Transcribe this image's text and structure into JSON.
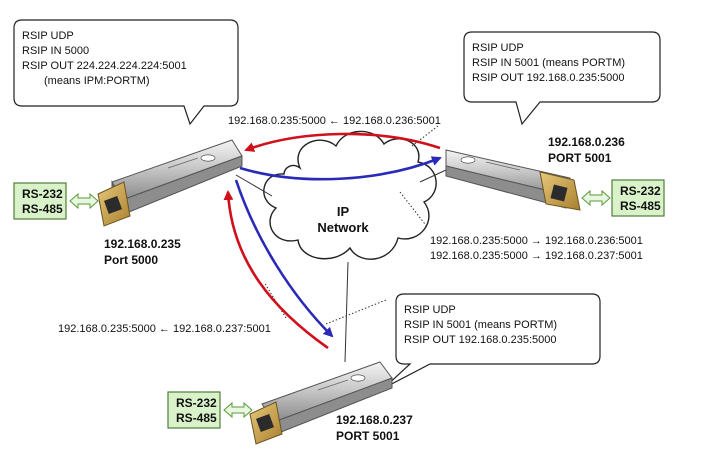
{
  "callouts": {
    "left": [
      "RSIP UDP",
      "RSIP IN 5000",
      "RSIP OUT 224.224.224.224:5001",
      "(means IPM:PORTM)"
    ],
    "right": [
      "RSIP UDP",
      "RSIP IN 5001 (means PORTM)",
      "RSIP OUT 192.168.0.235:5000"
    ],
    "bottom": [
      "RSIP UDP",
      "RSIP IN 5001 (means PORTM)",
      "RSIP OUT 192.168.0.235:5000"
    ]
  },
  "devices": {
    "left": {
      "ip": "192.168.0.235",
      "port": "Port 5000"
    },
    "right": {
      "ip": "192.168.0.236",
      "port": "PORT 5001"
    },
    "bottom": {
      "ip": "192.168.0.237",
      "port": "PORT 5001"
    }
  },
  "serial": {
    "left": [
      "RS-232",
      "RS-485"
    ],
    "right": [
      "RS-232",
      "RS-485"
    ],
    "bottom": [
      "RS-232",
      "RS-485"
    ]
  },
  "network": [
    "IP",
    "Network"
  ],
  "flows": {
    "top": "192.168.0.235:5000 ← 192.168.0.236:5001",
    "right_1": "192.168.0.235:5000 → 192.168.0.236:5001",
    "right_2": "192.168.0.235:5000 → 192.168.0.237:5001",
    "left": "192.168.0.235:5000 ← 192.168.0.237:5001"
  },
  "colors": {
    "red_arrow": "#d0101a",
    "blue_arrow": "#2a2ab8",
    "serial_box": "#d9f2c9",
    "serial_border": "#4f7f3a",
    "double_arrow": "#5a9a3a"
  }
}
